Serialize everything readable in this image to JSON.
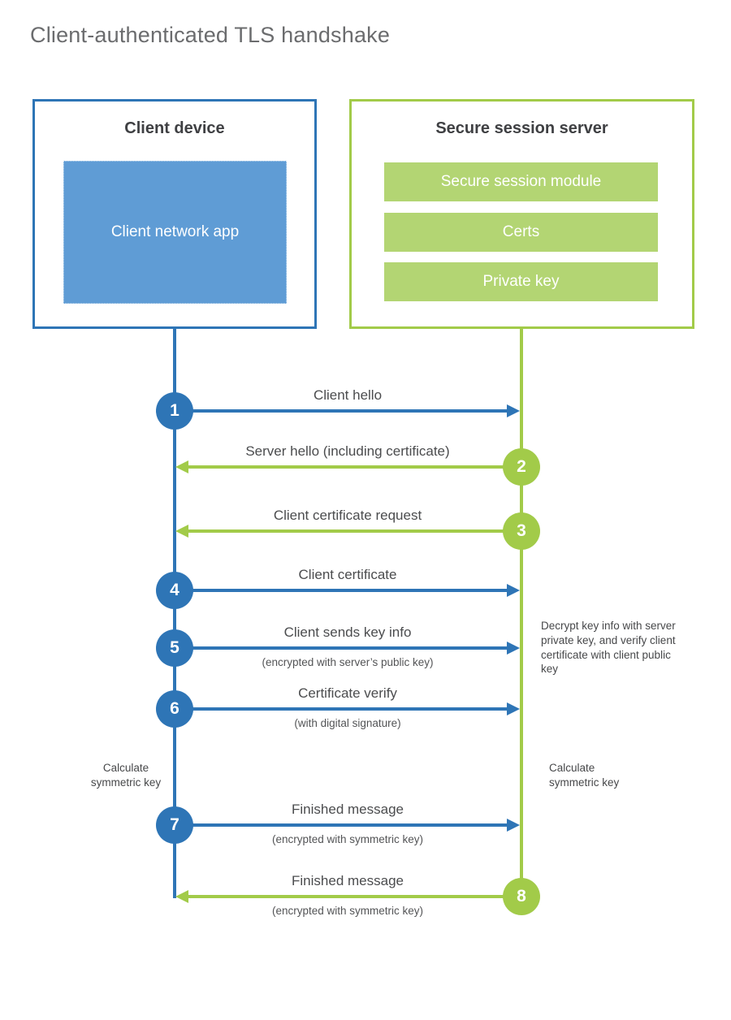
{
  "title": "Client-authenticated TLS handshake",
  "colors": {
    "blue": "#2e75b6",
    "blue_fill": "#5f9cd5",
    "green": "#a2cb49",
    "green_fill": "#b3d573",
    "title_text": "#6b6c6e",
    "label_text": "#4b4c4e"
  },
  "client": {
    "title": "Client device",
    "app_label": "Client network app"
  },
  "server": {
    "title": "Secure session server",
    "modules": [
      "Secure session module",
      "Certs",
      "Private key"
    ]
  },
  "steps": [
    {
      "num": "1",
      "direction": "right",
      "color": "blue",
      "label": "Client hello",
      "sub": ""
    },
    {
      "num": "2",
      "direction": "left",
      "color": "green",
      "label": "Server hello (including certificate)",
      "sub": ""
    },
    {
      "num": "3",
      "direction": "left",
      "color": "green",
      "label": "Client certificate request",
      "sub": ""
    },
    {
      "num": "4",
      "direction": "right",
      "color": "blue",
      "label": "Client certificate",
      "sub": ""
    },
    {
      "num": "5",
      "direction": "right",
      "color": "blue",
      "label": "Client sends key info",
      "sub": "(encrypted with server’s public key)"
    },
    {
      "num": "6",
      "direction": "right",
      "color": "blue",
      "label": "Certificate verify",
      "sub": "(with digital signature)"
    },
    {
      "num": "7",
      "direction": "right",
      "color": "blue",
      "label": "Finished message",
      "sub": "(encrypted with symmetric key)"
    },
    {
      "num": "8",
      "direction": "left",
      "color": "green",
      "label": "Finished message",
      "sub": "(encrypted with symmetric key)"
    }
  ],
  "notes": {
    "decrypt": "Decrypt key info with server private key, and verify client certificate with client public key",
    "calc_left": "Calculate symmetric key",
    "calc_right": "Calculate symmetric key"
  }
}
